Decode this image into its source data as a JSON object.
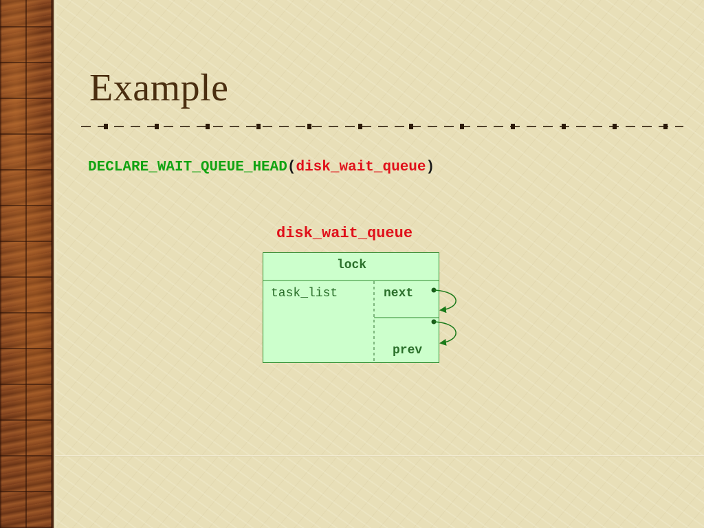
{
  "slide": {
    "title": "Example",
    "code": {
      "macro": "DECLARE_WAIT_QUEUE_HEAD",
      "open_paren": "(",
      "argument": "disk_wait_queue",
      "close_paren": ")"
    }
  },
  "diagram": {
    "variable_name": "disk_wait_queue",
    "fields": {
      "lock": "lock",
      "task_list": "task_list",
      "next": "next",
      "prev": "prev"
    }
  },
  "colors": {
    "macro_green": "#12a312",
    "argument_red": "#e0101a",
    "title_brown": "#4a2e10",
    "box_fill": "#ccffcc",
    "box_border": "#2e8b2e",
    "arrow_green": "#1a7a1a",
    "separator_dark": "#2b1a0a"
  }
}
